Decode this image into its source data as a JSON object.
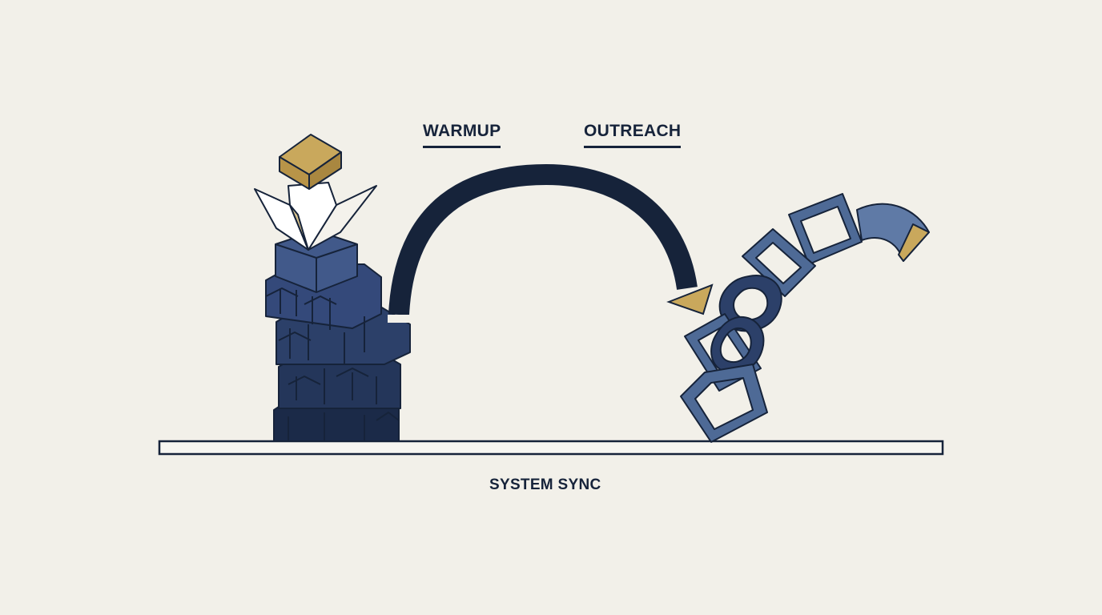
{
  "labels": {
    "warmup": "WARMUP",
    "outreach": "OUTREACH",
    "system_sync": "SYSTEM SYNC"
  },
  "colors": {
    "background": "#f2f0e9",
    "navy": "#16233a",
    "block_blue": "#3a5280",
    "chain_blue": "#4e6a96",
    "gold": "#c9a85c",
    "paper": "#ffffff"
  },
  "icons": {
    "left": "block-tower-icon",
    "right": "chain-links-icon",
    "connector": "arc-arrow-icon"
  }
}
